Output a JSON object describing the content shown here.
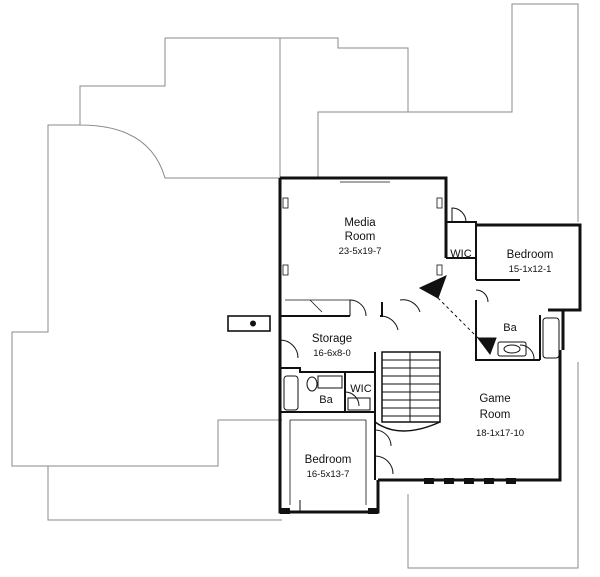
{
  "rooms": {
    "media_room": {
      "name_line1": "Media",
      "name_line2": "Room",
      "size": "23-5x19-7"
    },
    "bedroom_east": {
      "name": "Bedroom",
      "size": "15-1x12-1"
    },
    "wic_east": {
      "name": "WIC"
    },
    "bath_east": {
      "name": "Ba"
    },
    "storage": {
      "name": "Storage",
      "size": "16-6x8-0"
    },
    "wic_west": {
      "name": "WIC"
    },
    "bath_west": {
      "name": "Ba"
    },
    "game_room": {
      "name_line1": "Game",
      "name_line2": "Room",
      "size": "18-1x17-10"
    },
    "bedroom_south": {
      "name": "Bedroom",
      "size": "16-5x13-7"
    }
  },
  "colors": {
    "wall": "#111111",
    "outline": "#8a8a8a",
    "background": "#ffffff"
  }
}
